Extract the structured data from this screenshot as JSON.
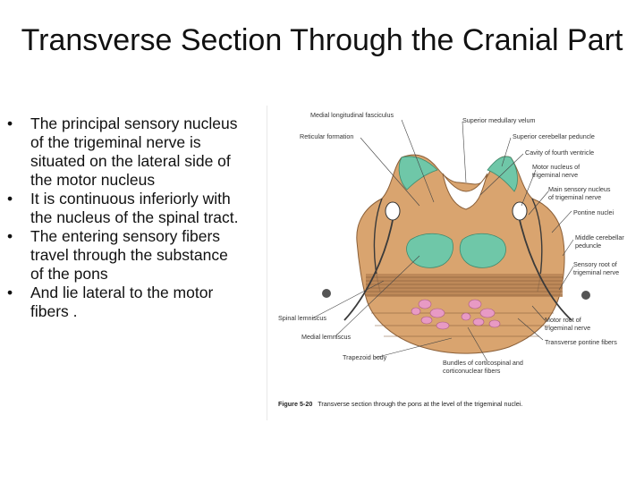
{
  "slide": {
    "title": "Transverse Section Through the Cranial Part",
    "bullets": [
      "The principal sensory nucleus of the trigeminal nerve is situated on the lateral side of the motor nucleus",
      "It  is continuous inferiorly with the nucleus of the spinal tract.",
      "The entering sensory fibers travel through the substance of the pons",
      "And  lie lateral to the motor fibers ."
    ]
  },
  "figure": {
    "labels": {
      "medial_longitudinal_fasciculus": "Medial longitudinal fasciculus",
      "reticular_formation": "Reticular formation",
      "superior_medullary_velum": "Superior medullary velum",
      "superior_cerebellar_peduncle": "Superior cerebellar peduncle",
      "cavity_fourth_ventricle": "Cavity of fourth ventricle",
      "motor_nucleus_1": "Motor nucleus of",
      "motor_nucleus_2": "trigeminal nerve",
      "main_sensory_1": "Main sensory nucleus",
      "main_sensory_2": "of trigeminal nerve",
      "pontine_nuclei": "Pontine nuclei",
      "middle_cerebellar_1": "Middle cerebellar",
      "middle_cerebellar_2": "peduncle",
      "sensory_root_1": "Sensory root of",
      "sensory_root_2": "trigeminal nerve",
      "spinal_lemniscus": "Spinal lemniscus",
      "medial_lemniscus": "Medial lemniscus",
      "motor_root_1": "Motor root of",
      "motor_root_2": "trigeminal nerve",
      "transverse_pontine": "Transverse pontine fibers",
      "trapezoid_body": "Trapezoid body",
      "bundles_1": "Bundles of corticospinal and",
      "bundles_2": "corticonuclear fibers"
    },
    "caption_number": "Figure 5-20",
    "caption_text": "Transverse section through the pons at the level of the trigeminal nuclei."
  },
  "colors": {
    "tissue": "#d9a46f",
    "tissue_dark": "#b98556",
    "nucleus_green": "#6fc7a8",
    "pink": "#e89ac4",
    "line": "#3a3a3a"
  }
}
